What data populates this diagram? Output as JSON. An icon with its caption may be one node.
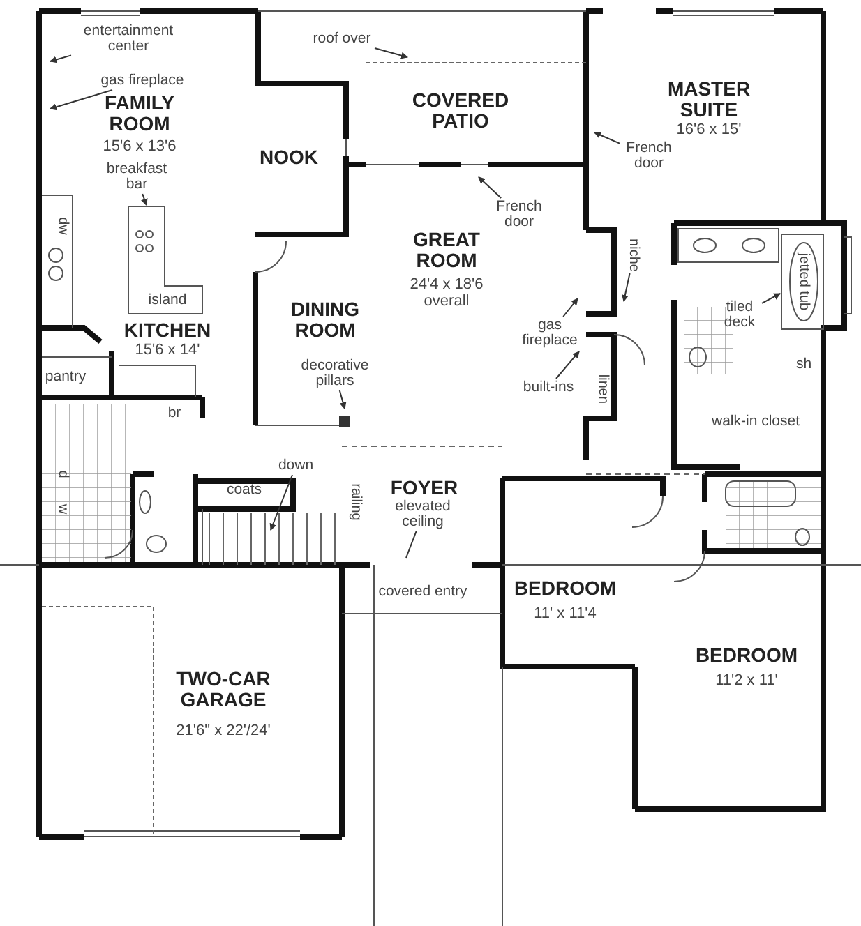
{
  "diagram": {
    "nodes": [
      {
        "text": [
          "entertainment center"
        ]
      },
      {
        "text": [
          "gas fireplace"
        ]
      },
      {
        "text": [
          "roof over"
        ]
      },
      {
        "text": [
          "breakfast bar"
        ]
      },
      {
        "text": [
          "French door"
        ]
      },
      {
        "text": [
          "French door"
        ]
      },
      {
        "text": [
          "decorative pillars"
        ]
      },
      {
        "text": [
          "gas fireplace"
        ]
      },
      {
        "text": [
          "built-ins"
        ]
      },
      {
        "text": [
          "niche"
        ]
      },
      {
        "text": [
          "tiled deck"
        ]
      },
      {
        "text": [
          "elevated ceiling"
        ]
      },
      {
        "text": [
          "down"
        ]
      },
      {
        "text": [],
        "shape": "box"
      },
      {
        "text": [],
        "shape": "box"
      }
    ],
    "edges": [
      {
        "from": 0,
        "to": null,
        "arrow": "to"
      },
      {
        "from": 1,
        "to": null,
        "arrow": "to"
      },
      {
        "from": 2,
        "to": null,
        "arrow": "to"
      },
      {
        "from": 3,
        "to": 13,
        "arrow": "to"
      },
      {
        "from": 4,
        "to": null,
        "arrow": "to"
      },
      {
        "from": 5,
        "to": null,
        "arrow": "to"
      },
      {
        "from": 6,
        "to": null,
        "arrow": "to"
      },
      {
        "from": 7,
        "to": null,
        "arrow": "to"
      },
      {
        "from": 8,
        "to": null,
        "arrow": "to"
      },
      {
        "from": 9,
        "to": null,
        "arrow": "to"
      },
      {
        "from": 10,
        "to": 14,
        "arrow": "to"
      },
      {
        "from": 11,
        "to": null,
        "arrow": "none"
      },
      {
        "from": 12,
        "to": null,
        "arrow": "to"
      }
    ],
    "labels": [
      "FAMILY ROOM",
      "15'6 x 13'6",
      "COVERED PATIO",
      "MASTER SUITE",
      "16'6 x 15'",
      "NOOK",
      "dw",
      "GREAT ROOM",
      "24'4 x 18'6 overall",
      "island",
      "DINING ROOM",
      "KITCHEN",
      "15'6 x 14'",
      "jetted tub",
      "sh",
      "pantry",
      "linen",
      "walk-in closet",
      "br",
      "d",
      "w",
      "coats",
      "railing",
      "FOYER",
      "BEDROOM",
      "11' x 11'4",
      "covered entry",
      "BEDROOM",
      "11'2 x 11'",
      "TWO-CAR GARAGE",
      "21'6\" x 22'/24'"
    ]
  }
}
